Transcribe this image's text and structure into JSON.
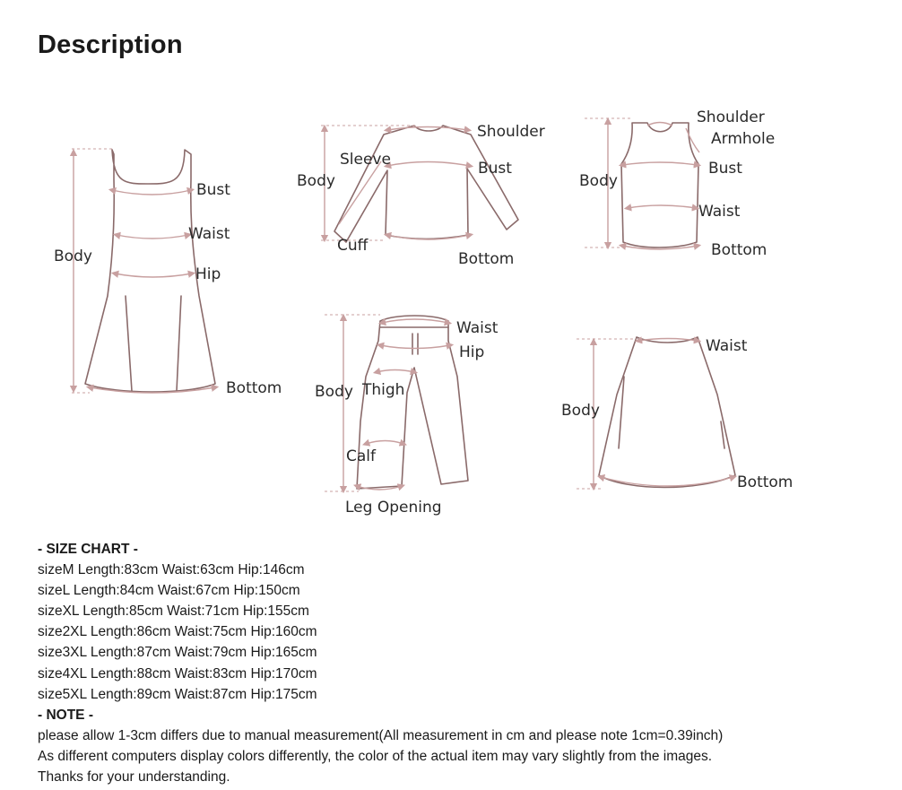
{
  "title": "Description",
  "diagrams": {
    "dress": {
      "bust": "Bust",
      "waist": "Waist",
      "body": "Body",
      "hip": "Hip",
      "bottom": "Bottom"
    },
    "top": {
      "shoulder": "Shoulder",
      "sleeve": "Sleeve",
      "body": "Body",
      "bust": "Bust",
      "cuff": "Cuff",
      "bottom": "Bottom"
    },
    "vest": {
      "shoulder": "Shoulder",
      "armhole": "Armhole",
      "body": "Body",
      "bust": "Bust",
      "waist": "Waist",
      "bottom": "Bottom"
    },
    "pants": {
      "waist": "Waist",
      "hip": "Hip",
      "body": "Body",
      "thigh": "Thigh",
      "calf": "Calf",
      "leg_opening": "Leg Opening"
    },
    "skirt": {
      "waist": "Waist",
      "body": "Body",
      "bottom": "Bottom"
    }
  },
  "size_chart": {
    "heading": "- SIZE CHART -",
    "rows": [
      "sizeM Length:83cm Waist:63cm Hip:146cm",
      "sizeL Length:84cm Waist:67cm Hip:150cm",
      "sizeXL Length:85cm Waist:71cm Hip:155cm",
      "size2XL Length:86cm Waist:75cm Hip:160cm",
      "size3XL Length:87cm Waist:79cm Hip:165cm",
      "size4XL Length:88cm Waist:83cm Hip:170cm",
      "size5XL Length:89cm Waist:87cm Hip:175cm"
    ]
  },
  "note": {
    "heading": "- NOTE -",
    "lines": [
      "please allow 1-3cm differs due to manual measurement(All measurement in cm and please note 1cm=0.39inch)",
      "As different computers display colors differently, the color of the actual item may vary slightly from the images.",
      "Thanks for your understanding."
    ]
  }
}
